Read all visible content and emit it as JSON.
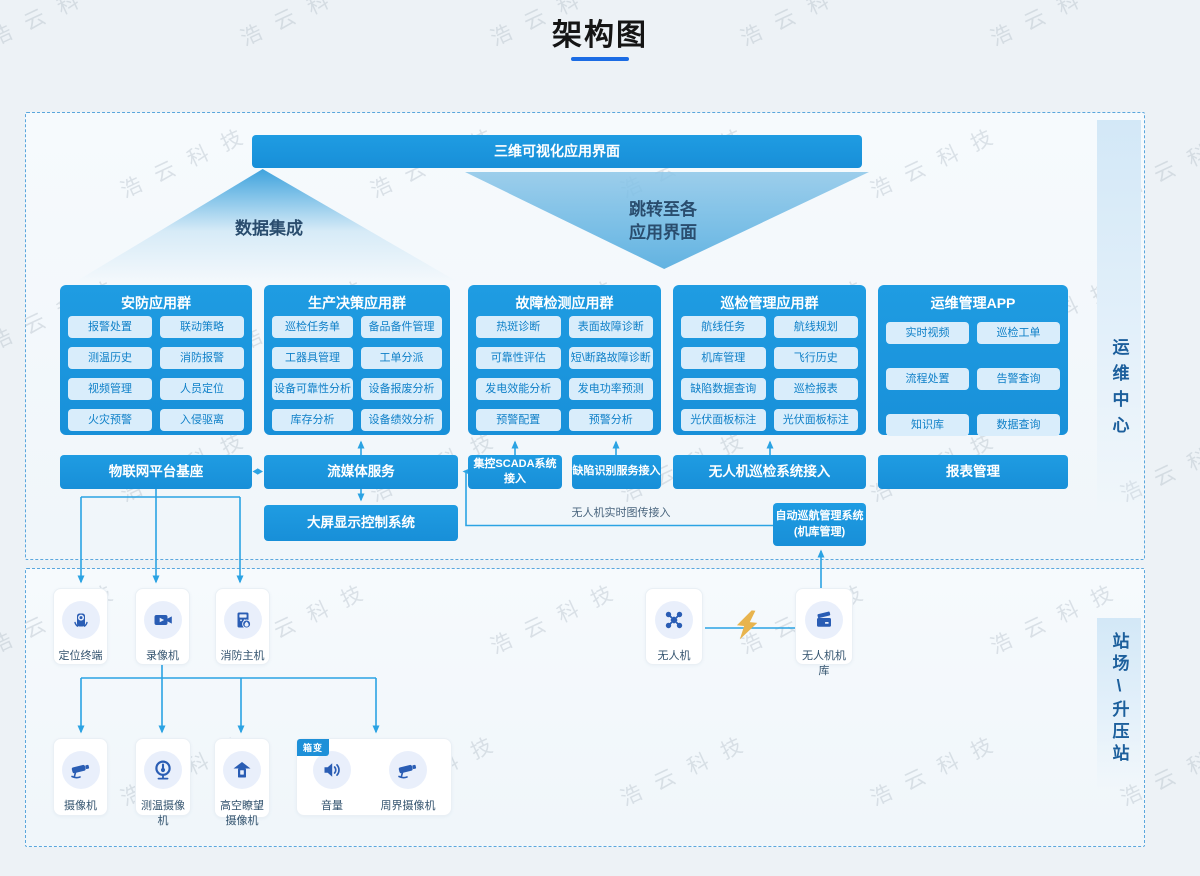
{
  "title": "架构图",
  "watermark": "浩 云 科 技",
  "colors": {
    "box_blue": "#1b95de",
    "line_blue": "#2ba3e3",
    "bolt_gold": "#e8b44e",
    "pill_bg": "#d9edfb",
    "pill_text": "#0f80c8"
  },
  "top": {
    "side_label": "运维中心",
    "banner": "三维可视化应用界面",
    "funnel_left": "数据集成",
    "funnel_right_1": "跳转至各",
    "funnel_right_2": "应用界面",
    "groups": [
      {
        "title": "安防应用群",
        "items": [
          "报警处置",
          "联动策略",
          "测温历史",
          "消防报警",
          "视频管理",
          "人员定位",
          "火灾预警",
          "入侵驱离"
        ]
      },
      {
        "title": "生产决策应用群",
        "items": [
          "巡检任务单",
          "备品备件管理",
          "工器具管理",
          "工单分派",
          "设备可靠性分析",
          "设备报废分析",
          "库存分析",
          "设备绩效分析"
        ]
      },
      {
        "title": "故障检测应用群",
        "items": [
          "热斑诊断",
          "表面故障诊断",
          "可靠性评估",
          "短\\断路故障诊断",
          "发电效能分析",
          "发电功率预测",
          "预警配置",
          "预警分析"
        ]
      },
      {
        "title": "巡检管理应用群",
        "items": [
          "航线任务",
          "航线规划",
          "机库管理",
          "飞行历史",
          "缺陷数据查询",
          "巡检报表",
          "光伏面板标注",
          "光伏面板标注"
        ]
      },
      {
        "title": "运维管理APP",
        "items": [
          "实时视频",
          "巡检工单",
          "流程处置",
          "告警查询",
          "知识库",
          "数据查询"
        ]
      }
    ],
    "row": {
      "iot": "物联网平台基座",
      "stream": "流媒体服务",
      "scada": "集控SCADA系统接入",
      "defect": "缺陷识别服务接入",
      "uav": "无人机巡检系统接入",
      "report": "报表管理"
    },
    "screen": "大屏显示控制系统",
    "cruise_line1": "自动巡航管理系统",
    "cruise_line2": "(机库管理)",
    "transmission": "无人机实时图传接入"
  },
  "bottom": {
    "side_label": "站场\\升压站",
    "devices_row1": [
      {
        "label": "定位终端",
        "icon": "bodycam-icon"
      },
      {
        "label": "录像机",
        "icon": "video-recorder-icon"
      },
      {
        "label": "消防主机",
        "icon": "fire-panel-icon"
      },
      {
        "label": "无人机",
        "icon": "drone-icon"
      },
      {
        "label": "无人机机库",
        "icon": "drone-hangar-icon"
      }
    ],
    "devices_row2": [
      {
        "label": "摄像机",
        "icon": "cctv-camera-icon"
      },
      {
        "label": "测温摄像机",
        "icon": "thermal-camera-icon"
      },
      {
        "label": "高空瞭望摄像机",
        "icon": "watchtower-icon"
      }
    ],
    "box_transformer_card": {
      "badge": "箱变",
      "items": [
        {
          "label": "音量",
          "icon": "speaker-icon"
        },
        {
          "label": "周界摄像机",
          "icon": "cctv-camera-icon"
        }
      ]
    }
  }
}
